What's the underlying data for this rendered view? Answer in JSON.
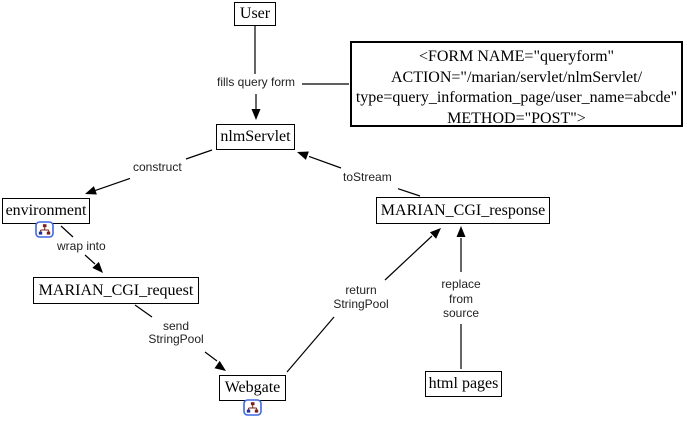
{
  "diagram": {
    "nodes": {
      "user": {
        "label": "User"
      },
      "nlm_servlet": {
        "label": "nlmServlet"
      },
      "environment": {
        "label": "environment"
      },
      "marian_cgi_request": {
        "label": "MARIAN_CGI_request"
      },
      "marian_cgi_response": {
        "label": "MARIAN_CGI_response"
      },
      "webgate": {
        "label": "Webgate"
      },
      "html_pages": {
        "label": "html pages"
      }
    },
    "form_note": {
      "lines": [
        "<FORM NAME=\"queryform\"",
        "ACTION=\"/marian/servlet/nlmServlet/",
        "type=query_information_page/user_name=abcde\"",
        "METHOD=\"POST\">"
      ]
    },
    "edges": {
      "fills_query_form": {
        "label": "fills query form"
      },
      "construct": {
        "label": "construct"
      },
      "to_stream": {
        "label": "toStream"
      },
      "wrap_into": {
        "label": "wrap into"
      },
      "send_stringpool": {
        "lines": [
          "send",
          "StringPool"
        ]
      },
      "return_stringpool": {
        "lines": [
          "return",
          "StringPool"
        ]
      },
      "replace_from_source": {
        "lines": [
          "replace",
          "from",
          "source"
        ]
      }
    },
    "icons": {
      "environment_subdiagram": "diagram-icon",
      "webgate_subdiagram": "diagram-icon"
    },
    "colors": {
      "line": "#000000",
      "node_border": "#000000",
      "node_background": "#ffffff",
      "node_text": "#000000",
      "edge_label_text": "#222222",
      "icon_border": "#4169e1",
      "icon_red": "#7a1f1f",
      "icon_blue": "#22318f",
      "background": "#ffffff"
    }
  }
}
